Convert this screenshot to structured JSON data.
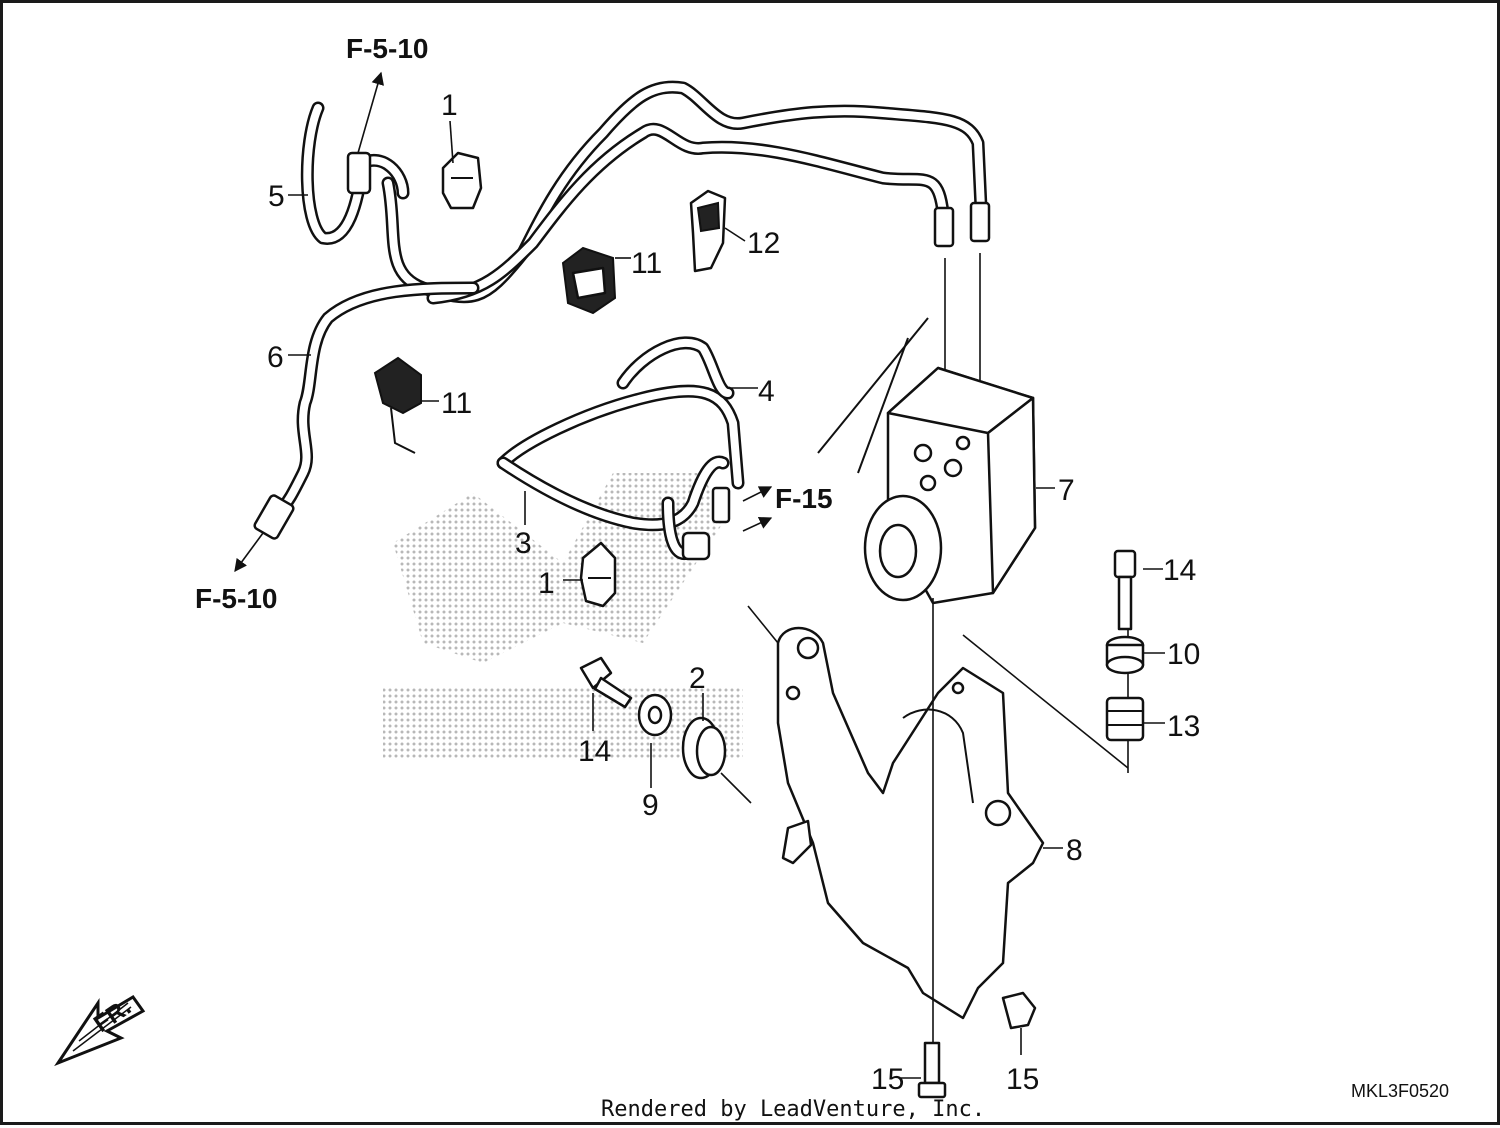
{
  "diagram": {
    "callouts": {
      "c1a": "1",
      "c1b": "1",
      "c2": "2",
      "c3": "3",
      "c4": "4",
      "c5": "5",
      "c6": "6",
      "c7": "7",
      "c8": "8",
      "c9": "9",
      "c10": "10",
      "c11a": "11",
      "c11b": "11",
      "c12": "12",
      "c13": "13",
      "c14a": "14",
      "c14b": "14",
      "c15a": "15",
      "c15b": "15"
    },
    "references": {
      "top": "F-5-10",
      "bottom": "F-5-10",
      "right": "F-15"
    },
    "direction_label": "FR.",
    "diagram_code": "MKL3F0520",
    "credit": "Rendered by LeadVenture, Inc."
  }
}
